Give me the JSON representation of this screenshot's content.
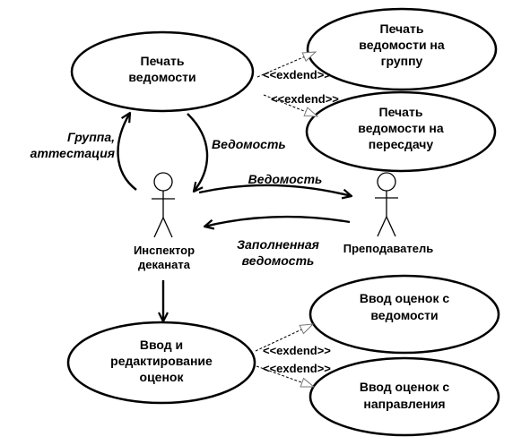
{
  "actors": {
    "inspector": [
      "Инспектор",
      "деканата"
    ],
    "teacher": [
      "Преподаватель"
    ]
  },
  "use_cases": {
    "print_sheet": [
      "Печать",
      "ведомости"
    ],
    "print_group": [
      "Печать",
      "ведомости на",
      "группу"
    ],
    "print_retake": [
      "Печать",
      "ведомости на",
      "пересдачу"
    ],
    "grade_entry": [
      "Ввод и",
      "редактирование",
      "оценок"
    ],
    "entry_from_sheet": [
      "Ввод оценок с",
      "ведомости"
    ],
    "entry_from_referral": [
      "Ввод оценок с",
      "направления"
    ]
  },
  "flows": {
    "group_attestation": [
      "Группа,",
      "аттестация"
    ],
    "sheet_down": "Ведомость",
    "sheet_to_teacher": "Ведомость",
    "filled_sheet": [
      "Заполненная",
      "ведомость"
    ]
  },
  "extend_label": "<<exdend>>"
}
